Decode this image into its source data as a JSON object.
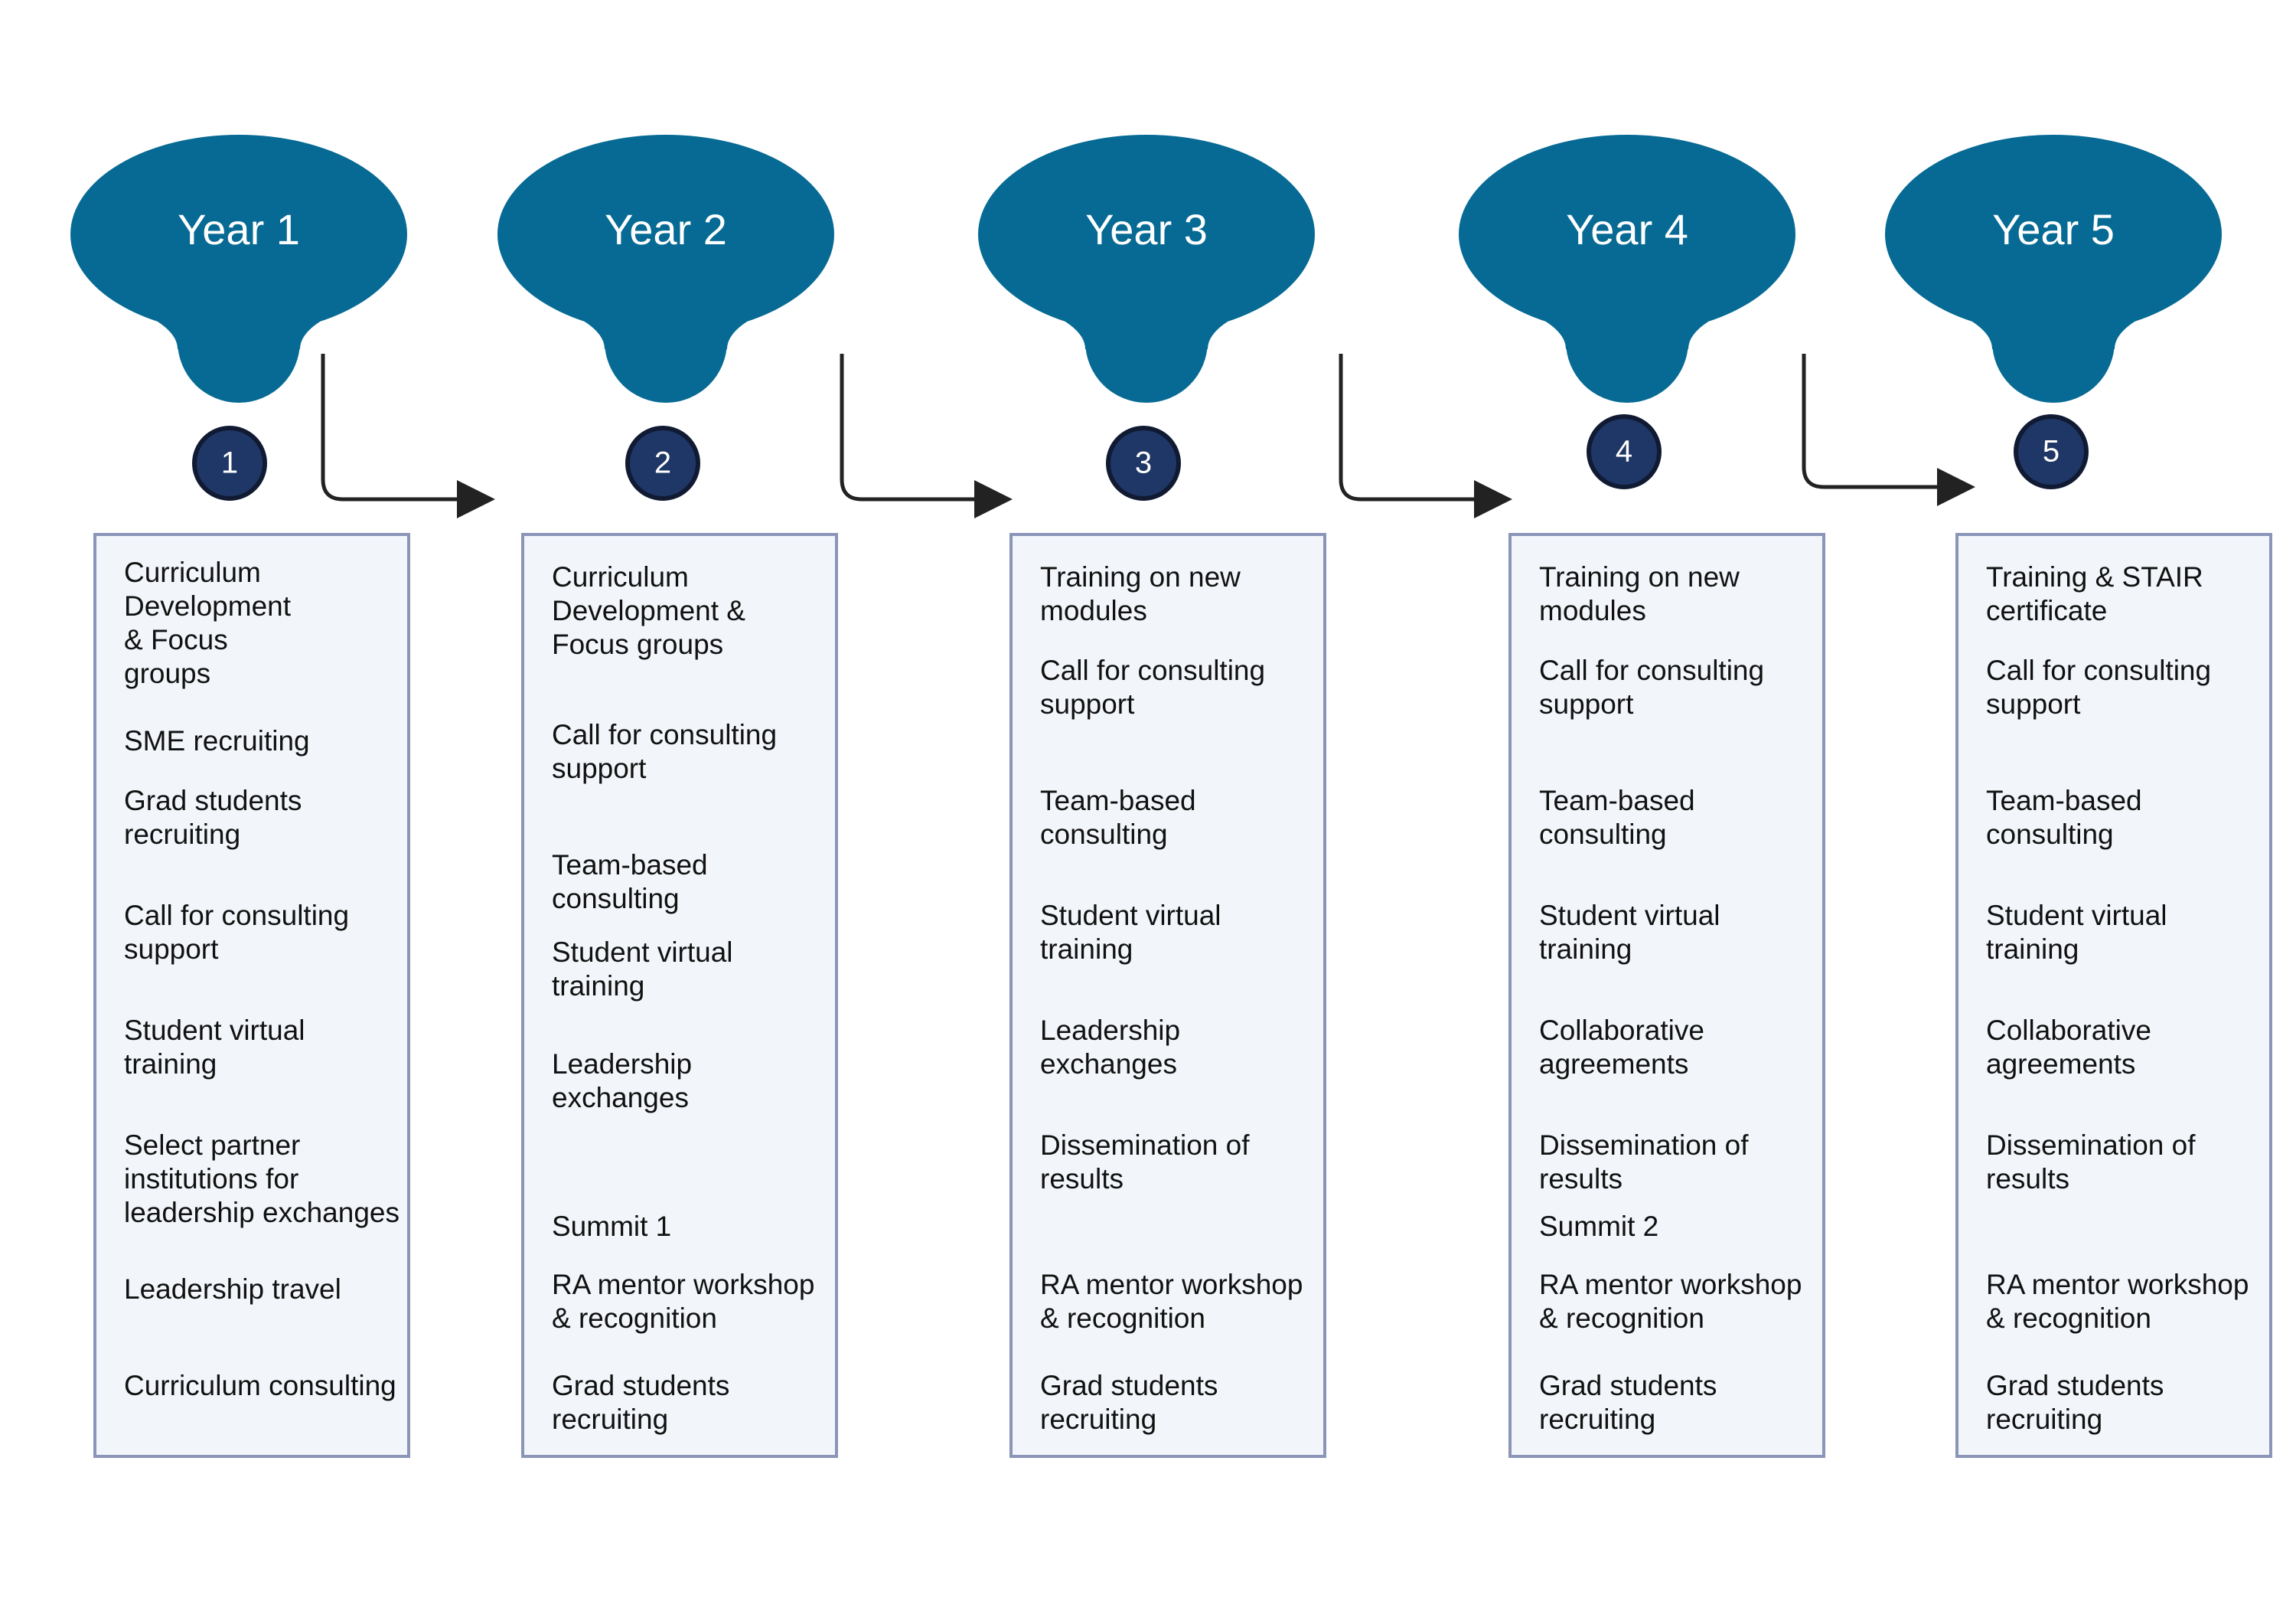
{
  "colors": {
    "blob": "#066a94",
    "circle_fill": "#1f3766",
    "circle_stroke": "#111a33",
    "panel_fill": "#f2f5fa",
    "panel_border": "#8a95b8",
    "arrow": "#222222"
  },
  "years": [
    {
      "label": "Year 1",
      "number": "1",
      "items": [
        "Curriculum\nDevelopment\n& Focus\ngroups",
        "SME recruiting",
        "Grad students\nrecruiting",
        "Call for consulting\nsupport",
        "Student virtual\ntraining",
        "Select partner\ninstitutions for\nleadership exchanges",
        "Leadership travel",
        "Curriculum consulting"
      ]
    },
    {
      "label": "Year 2",
      "number": "2",
      "items": [
        "Curriculum\nDevelopment &\nFocus groups",
        "Call for consulting\nsupport",
        "Team-based\nconsulting",
        "Student virtual\ntraining",
        "Leadership\nexchanges",
        "Summit 1",
        "RA mentor workshop\n& recognition",
        "Grad students\nrecruiting"
      ]
    },
    {
      "label": "Year 3",
      "number": "3",
      "items": [
        "Training on new\nmodules",
        "Call for consulting\nsupport",
        "Team-based\nconsulting",
        "Student virtual\ntraining",
        "Leadership\nexchanges",
        "Dissemination of\nresults",
        "RA mentor workshop\n& recognition",
        "Grad students\nrecruiting"
      ]
    },
    {
      "label": "Year 4",
      "number": "4",
      "items": [
        "Training on new\nmodules",
        "Call for consulting\nsupport",
        "Team-based\nconsulting",
        "Student virtual\ntraining",
        "Collaborative\nagreements",
        "Dissemination of\nresults",
        "Summit 2",
        "RA mentor workshop\n& recognition",
        "Grad students\nrecruiting"
      ]
    },
    {
      "label": "Year 5",
      "number": "5",
      "items": [
        "Training & STAIR\ncertificate",
        "Call for consulting\nsupport",
        "Team-based\nconsulting",
        "Student virtual\ntraining",
        "Collaborative\nagreements",
        "Dissemination of\nresults",
        "RA mentor workshop\n& recognition",
        "Grad students\nrecruiting"
      ]
    }
  ]
}
